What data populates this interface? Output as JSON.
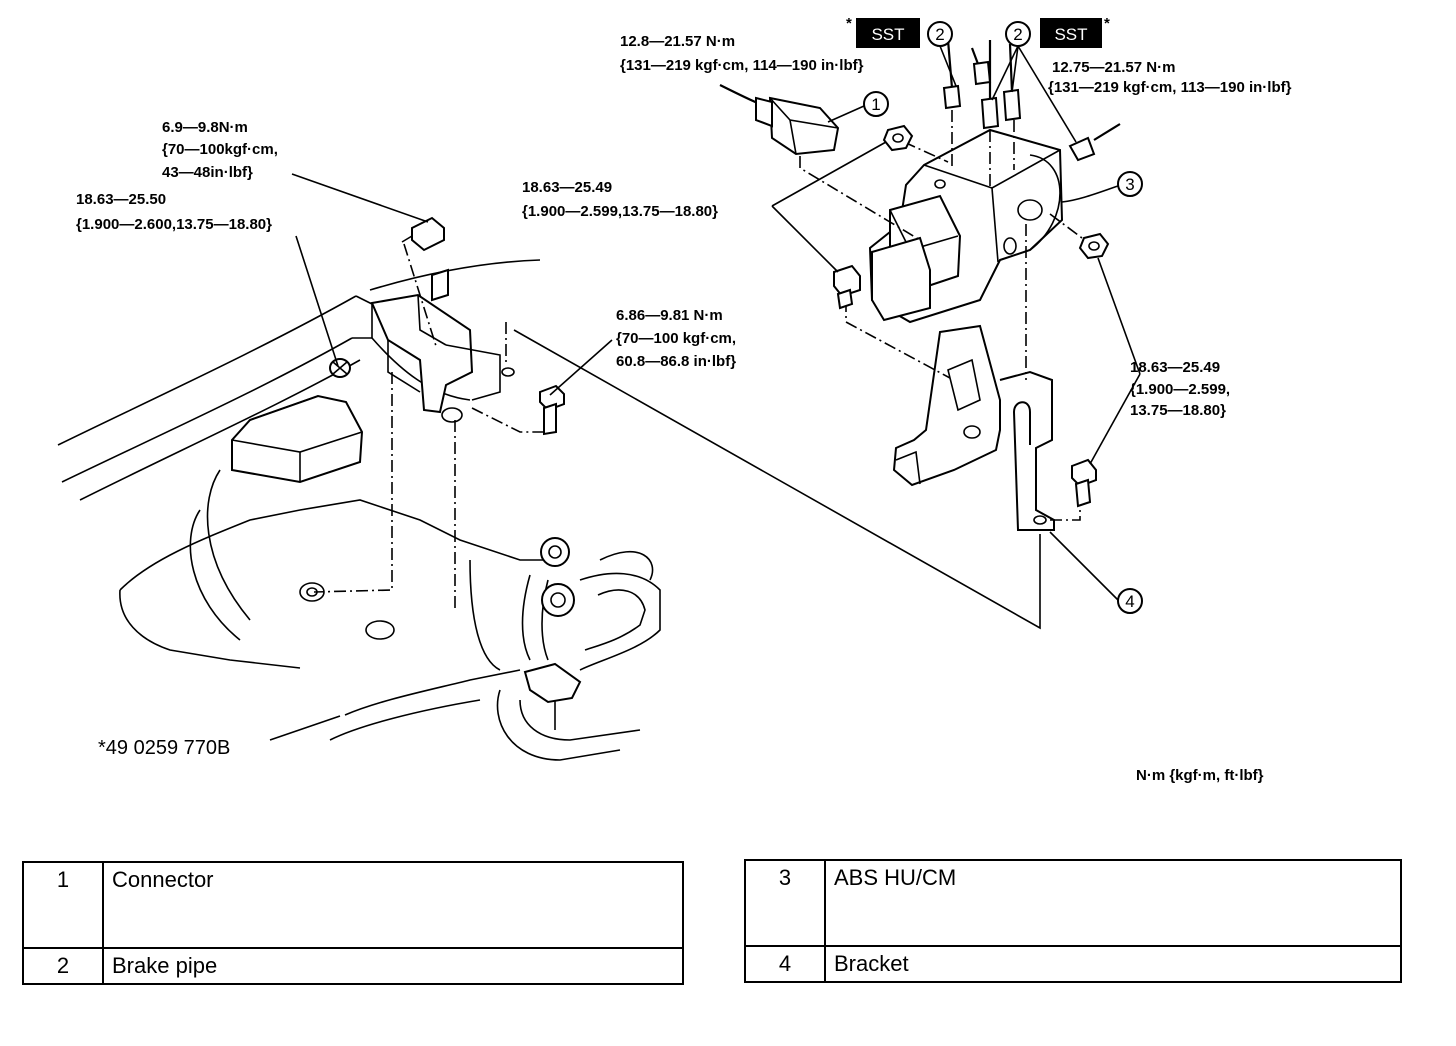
{
  "torque_labels": {
    "bracket_top_bolt": [
      "6.9—9.8N·m",
      "{70—100kgf·cm,",
      "43—48in·lbf}"
    ],
    "bracket_side_nut": [
      "18.63—25.50",
      "{1.900—2.600,13.75—18.80}"
    ],
    "bracket_lower_bolt": [
      "6.86—9.81 N·m",
      "{70—100 kgf·cm,",
      "60.8—86.8 in·lbf}"
    ],
    "pipe_left": [
      "12.8—21.57 N·m",
      "{131—219 kgf·cm, 114—190 in·lbf}"
    ],
    "pipe_right": [
      "12.75—21.57 N·m",
      "{131—219 kgf·cm, 113—190 in·lbf}"
    ],
    "hu_left_bolt": [
      "18.63—25.49",
      "{1.900—2.599,13.75—18.80}"
    ],
    "hu_right_nut": [
      "18.63—25.49",
      "{1.900—2.599,",
      "13.75—18.80}"
    ]
  },
  "sst": {
    "label": "SST",
    "marker": "*"
  },
  "callouts": [
    "1",
    "2",
    "3",
    "4"
  ],
  "tool_note": "*49 0259 770B",
  "unit_note": "N·m {kgf·m, ft·lbf}",
  "legend_left": [
    {
      "num": "1",
      "name": "Connector"
    },
    {
      "num": "2",
      "name": "Brake pipe"
    }
  ],
  "legend_right": [
    {
      "num": "3",
      "name": "ABS HU/CM"
    },
    {
      "num": "4",
      "name": "Bracket"
    }
  ]
}
